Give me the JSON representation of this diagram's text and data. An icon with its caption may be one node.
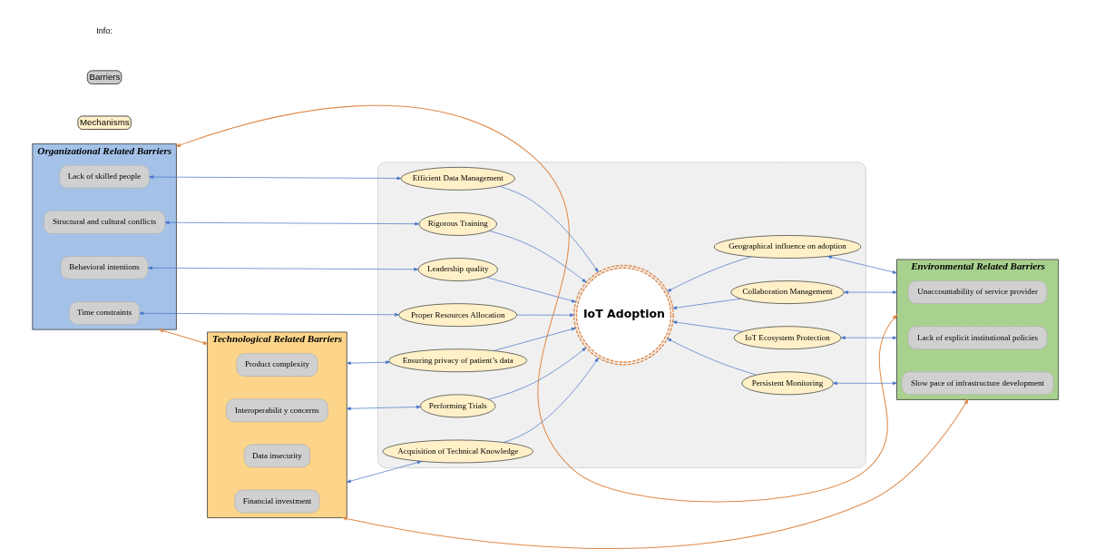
{
  "diagram": {
    "nodes": [
      {
        "text": [
          "Organizational Related Barriers"
        ]
      },
      {
        "text": [
          "Lack of skilled people"
        ],
        "in": 0
      },
      {
        "text": [
          "Structural and cultural conflicts"
        ],
        "in": 0
      },
      {
        "text": [
          "Behavioral intentions"
        ],
        "in": 0
      },
      {
        "text": [
          "Time constraints"
        ],
        "in": 0
      },
      {
        "text": [
          "Technological Related Barriers"
        ]
      },
      {
        "text": [
          "Product complexity"
        ],
        "in": 5
      },
      {
        "text": [
          "Interoperabilit y concerns"
        ],
        "in": 5
      },
      {
        "text": [
          "Data insecurity"
        ],
        "in": 5
      },
      {
        "text": [
          "Financial investment"
        ],
        "in": 5
      },
      {
        "text": [
          "Environmental Related Barriers"
        ]
      },
      {
        "text": [
          "Unaccountability of service provider"
        ],
        "in": 10
      },
      {
        "text": [
          "Lack of explicit institutional policies"
        ],
        "in": 10
      },
      {
        "text": [
          "Slow pace of infrastructure development"
        ],
        "in": 10
      },
      {
        "text": [],
        "shape": "box"
      },
      {
        "text": [
          "IoT Adoption"
        ],
        "in": 14
      },
      {
        "text": [
          "Efficient Data Management"
        ],
        "in": 14
      },
      {
        "text": [
          "Rigorous Training"
        ],
        "in": 14
      },
      {
        "text": [
          "Leadership quality"
        ],
        "in": 14
      },
      {
        "text": [
          "Proper Resources Allocation"
        ],
        "in": 14
      },
      {
        "text": [
          "Acquisition of Technical Knowledge"
        ],
        "in": 14
      },
      {
        "text": [
          "Collaboration Management"
        ],
        "in": 14
      },
      {
        "text": [
          "Ensuring privacy of patient’s data"
        ],
        "in": 14
      },
      {
        "text": [
          "IoT Ecosystem Protection"
        ],
        "in": 14
      },
      {
        "text": [
          "Performing Trials"
        ],
        "in": 14
      },
      {
        "text": [
          "Geographical influence on adoption"
        ],
        "in": 14
      },
      {
        "text": [
          "Persistent Monitoring"
        ],
        "in": 14
      }
    ],
    "edges": [
      {
        "from": 5,
        "to": 0,
        "arrow": "both",
        "color": "#e08a4a"
      },
      {
        "from": 0,
        "to": 10,
        "arrow": "both",
        "color": "#e08a4a"
      },
      {
        "from": 5,
        "to": 10,
        "arrow": "both",
        "color": "#e08a4a"
      },
      {
        "from": 1,
        "to": 16,
        "arrow": "both"
      },
      {
        "from": 2,
        "to": 17,
        "arrow": "both"
      },
      {
        "from": 3,
        "to": 18,
        "arrow": "both"
      },
      {
        "from": 4,
        "to": 19,
        "arrow": "both"
      },
      {
        "from": 5,
        "to": 20,
        "arrow": "both"
      },
      {
        "from": 5,
        "to": 22,
        "arrow": "both"
      },
      {
        "from": 5,
        "to": 24,
        "arrow": "both"
      },
      {
        "from": 21,
        "to": 10,
        "arrow": "both"
      },
      {
        "from": 23,
        "to": 10,
        "arrow": "both"
      },
      {
        "from": 26,
        "to": 10,
        "arrow": "both"
      },
      {
        "from": 25,
        "to": 10,
        "arrow": "both"
      },
      {
        "from": 16,
        "to": 15,
        "arrow": "to"
      },
      {
        "from": 17,
        "to": 15,
        "arrow": "to"
      },
      {
        "from": 18,
        "to": 15,
        "arrow": "to"
      },
      {
        "from": 19,
        "to": 15,
        "arrow": "to"
      },
      {
        "from": 20,
        "to": 15,
        "arrow": "to"
      },
      {
        "from": 21,
        "to": 15,
        "arrow": "to"
      },
      {
        "from": 22,
        "to": 15,
        "arrow": "to"
      },
      {
        "from": 23,
        "to": 15,
        "arrow": "to"
      },
      {
        "from": 24,
        "to": 15,
        "arrow": "to"
      },
      {
        "from": 25,
        "to": 15,
        "arrow": "to"
      },
      {
        "from": 26,
        "to": 15,
        "arrow": "to"
      }
    ],
    "labels": [
      "Info:"
    ],
    "legend": [
      {
        "text": "Barriers",
        "color": "#cccccc"
      },
      {
        "text": "Mechanisms",
        "color": "#fff0c8"
      }
    ]
  }
}
